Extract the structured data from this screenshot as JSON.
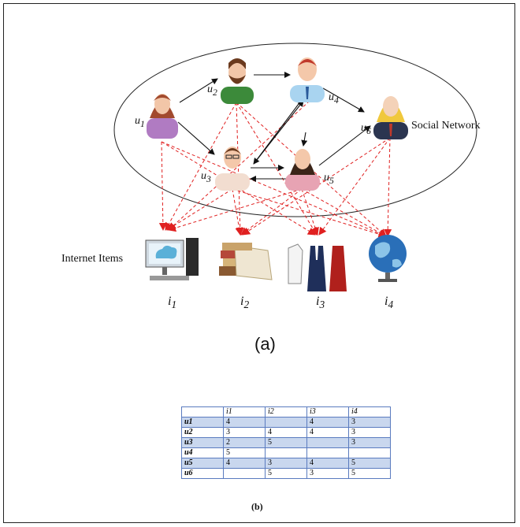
{
  "diagram": {
    "social_network_label": "Social Network",
    "internet_items_label": "Internet Items",
    "users": [
      {
        "base": "u",
        "sub": "1"
      },
      {
        "base": "u",
        "sub": "2"
      },
      {
        "base": "u",
        "sub": "3"
      },
      {
        "base": "u",
        "sub": "4"
      },
      {
        "base": "u",
        "sub": "5"
      },
      {
        "base": "u",
        "sub": "6"
      }
    ],
    "items": [
      {
        "base": "i",
        "sub": "1"
      },
      {
        "base": "i",
        "sub": "2"
      },
      {
        "base": "i",
        "sub": "3"
      },
      {
        "base": "i",
        "sub": "4"
      }
    ],
    "caption_a": "(a)",
    "colors": {
      "social_edge": "#111111",
      "rating_edge": "#e02020",
      "table_border": "#5a7bbf",
      "table_shade": "#c9d7ee"
    }
  },
  "table": {
    "headers": [
      "",
      "i1",
      "i2",
      "i3",
      "i4"
    ],
    "rows": [
      {
        "user": "u1",
        "values": [
          "4",
          "",
          "4",
          "3"
        ]
      },
      {
        "user": "u2",
        "values": [
          "3",
          "4",
          "4",
          "3"
        ]
      },
      {
        "user": "u3",
        "values": [
          "2",
          "5",
          "",
          "3"
        ]
      },
      {
        "user": "u4",
        "values": [
          "5",
          "",
          "",
          ""
        ]
      },
      {
        "user": "u5",
        "values": [
          "4",
          "3",
          "4",
          "5"
        ]
      },
      {
        "user": "u6",
        "values": [
          "",
          "5",
          "3",
          "5"
        ]
      }
    ],
    "caption_b": "(b)"
  }
}
